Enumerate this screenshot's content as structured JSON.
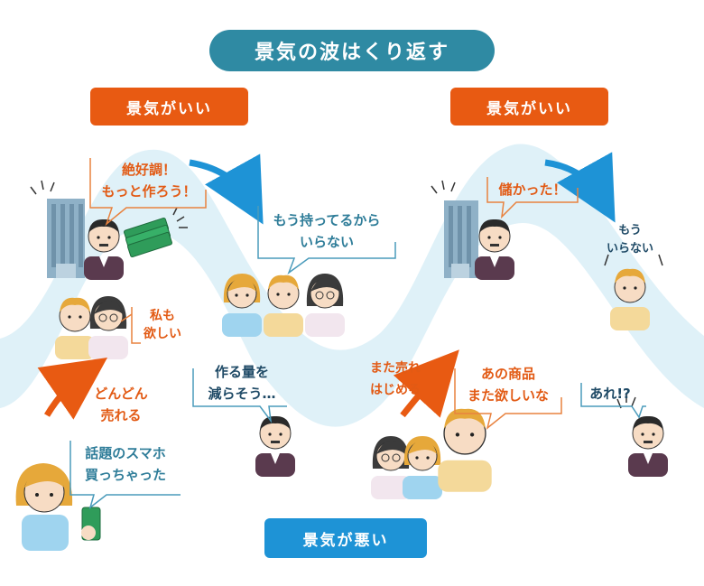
{
  "title": "景気の波はくり返す",
  "labels": {
    "good_left": "景気がいい",
    "good_right": "景気がいい",
    "bad": "景気が悪い"
  },
  "bubbles": {
    "zekkouchou": [
      "絶好調！",
      "もっと作ろう！"
    ],
    "mou_motteru": [
      "もう持ってるから",
      "いらない"
    ],
    "watashi_mo": [
      "私も",
      "欲しい"
    ],
    "dondon": [
      "どんどん",
      "売れる"
    ],
    "tsukuru_ryou": [
      "作る量を",
      "減らそう…"
    ],
    "wadai": [
      "話題のスマホ",
      "買っちゃった"
    ],
    "moukatta": "儲かった！",
    "mou_iranai": [
      "もう",
      "いらない"
    ],
    "mata_ure": [
      "また売れ",
      "はじめる"
    ],
    "ano_shouhin": [
      "あの商品",
      "また欲しいな"
    ],
    "are": "あれ!?"
  },
  "colors": {
    "title_bg": "#2f8aa3",
    "good_bg": "#e85a12",
    "bad_bg": "#1e93d6",
    "wave": "#dff1f8",
    "arrow_orange": "#e85a12",
    "arrow_blue": "#1e93d6"
  }
}
